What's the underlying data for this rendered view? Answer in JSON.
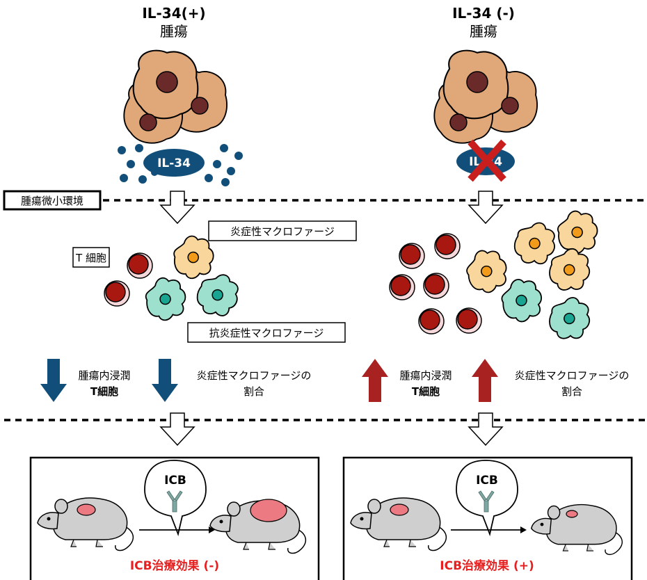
{
  "left": {
    "title": "IL-34(+)",
    "subtitle": "腫瘍",
    "cytokine_label": "IL-34",
    "effect_prefix": "ICB",
    "effect_suffix": "治療効果 (-)"
  },
  "right": {
    "title": "IL-34 (-)",
    "subtitle": "腫瘍",
    "cytokine_label": "IL-34",
    "effect_prefix": "ICB",
    "effect_suffix": "治療効果 (+)"
  },
  "microenv_label": "腫瘍微小環境",
  "labels": {
    "inflammatory_macrophage": "炎症性マクロファージ",
    "t_cell": "T 細胞",
    "anti_inflammatory_macrophage": "抗炎症性マクロファージ"
  },
  "effects": {
    "left_1_line1": "腫瘍内浸潤",
    "left_1_line2": "T細胞",
    "left_2_line1": "炎症性マクロファージの",
    "left_2_line2": "割合",
    "right_1_line1": "腫瘍内浸潤",
    "right_1_line2": "T細胞",
    "right_2_line1": "炎症性マクロファージの",
    "right_2_line2": "割合"
  },
  "treatment": {
    "left_bubble": "ICB",
    "right_bubble": "ICB"
  },
  "colors": {
    "tumor_cell": "#E0A878",
    "tumor_nucleus": "#6B2A2A",
    "cytokine": "#114F7A",
    "t_cell": "#A81810",
    "inflammatory_macrophage": "#F8D69C",
    "inflammatory_nucleus": "#F29A1A",
    "anti_inflammatory_macrophage": "#9EE0CE",
    "anti_inflammatory_nucleus": "#1AA593",
    "arrow_down": "#114F7A",
    "arrow_up": "#A82222",
    "cross": "#C81E1E",
    "effect_text": "#E62020",
    "mouse_body": "#CFCFCF",
    "tumor_on_mouse": "#EC7A82"
  }
}
